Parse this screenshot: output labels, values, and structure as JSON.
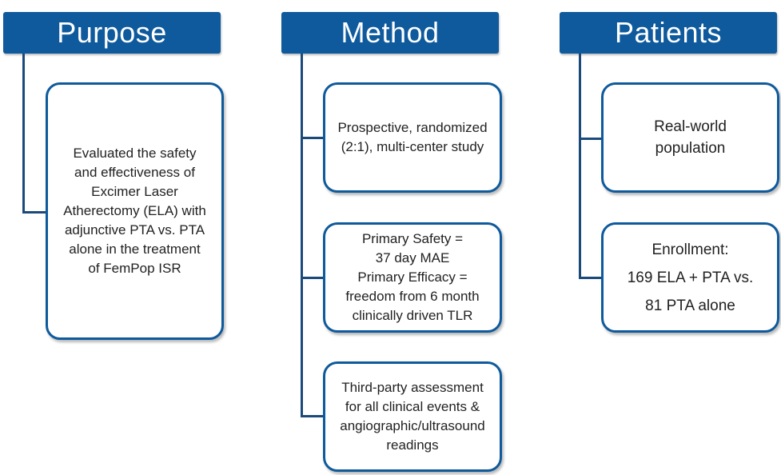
{
  "columns": [
    {
      "header": "Purpose",
      "boxes": [
        {
          "lines": [
            "Evaluated the safety",
            "and effectiveness of",
            "Excimer Laser",
            "Atherectomy (ELA) with",
            "adjunctive PTA vs. PTA",
            "alone in the treatment",
            "of FemPop ISR"
          ]
        }
      ]
    },
    {
      "header": "Method",
      "boxes": [
        {
          "lines": [
            "Prospective, randomized",
            "(2:1), multi-center study"
          ]
        },
        {
          "lines": [
            "Primary Safety =",
            "37 day MAE"
          ],
          "lines2": [
            "Primary Efficacy =",
            "freedom from 6 month",
            "clinically driven TLR"
          ]
        },
        {
          "lines": [
            "Third-party assessment",
            "for all clinical events &",
            "angiographic/ultrasound",
            "readings"
          ]
        }
      ]
    },
    {
      "header": "Patients",
      "boxes": [
        {
          "lines": [
            "Real-world",
            "population"
          ]
        },
        {
          "lines": [
            "Enrollment:",
            "169 ELA + PTA vs.",
            "81 PTA alone"
          ]
        }
      ]
    }
  ],
  "colors": {
    "header_bg": "#0e5a9c",
    "box_border": "#0e5a9c",
    "connector": "#1b4a7a"
  }
}
